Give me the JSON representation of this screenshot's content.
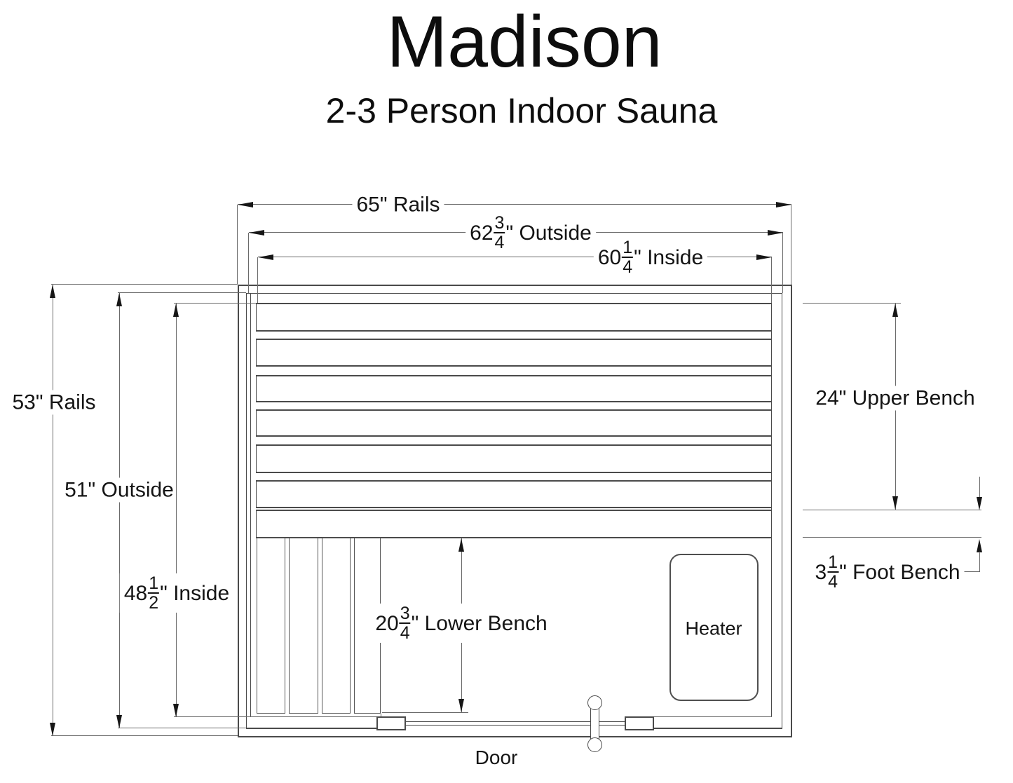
{
  "title": "Madison",
  "subtitle": "2-3 Person Indoor Sauna",
  "colors": {
    "wall_line": "#4a4a4a",
    "dim_line": "#6a6a6a",
    "arrow": "#161616",
    "text": "#141414",
    "background": "#ffffff"
  },
  "dims": {
    "rails_width": {
      "text": "65\" Rails"
    },
    "outside_width": {
      "whole": "62",
      "num": "3",
      "den": "4",
      "suffix": "\" Outside"
    },
    "inside_width": {
      "whole": "60",
      "num": "1",
      "den": "4",
      "suffix": "\" Inside"
    },
    "rails_depth": {
      "text": "53\" Rails"
    },
    "outside_depth": {
      "text": "51\" Outside"
    },
    "inside_depth": {
      "whole": "48",
      "num": "1",
      "den": "2",
      "suffix": "\" Inside"
    },
    "upper_bench": {
      "text": "24\" Upper Bench"
    },
    "foot_bench": {
      "whole": "3",
      "num": "1",
      "den": "4",
      "suffix": "\" Foot Bench"
    },
    "lower_bench": {
      "whole": "20",
      "num": "3",
      "den": "4",
      "suffix": "\" Lower Bench"
    }
  },
  "fixtures": {
    "heater": "Heater",
    "door": "Door"
  }
}
